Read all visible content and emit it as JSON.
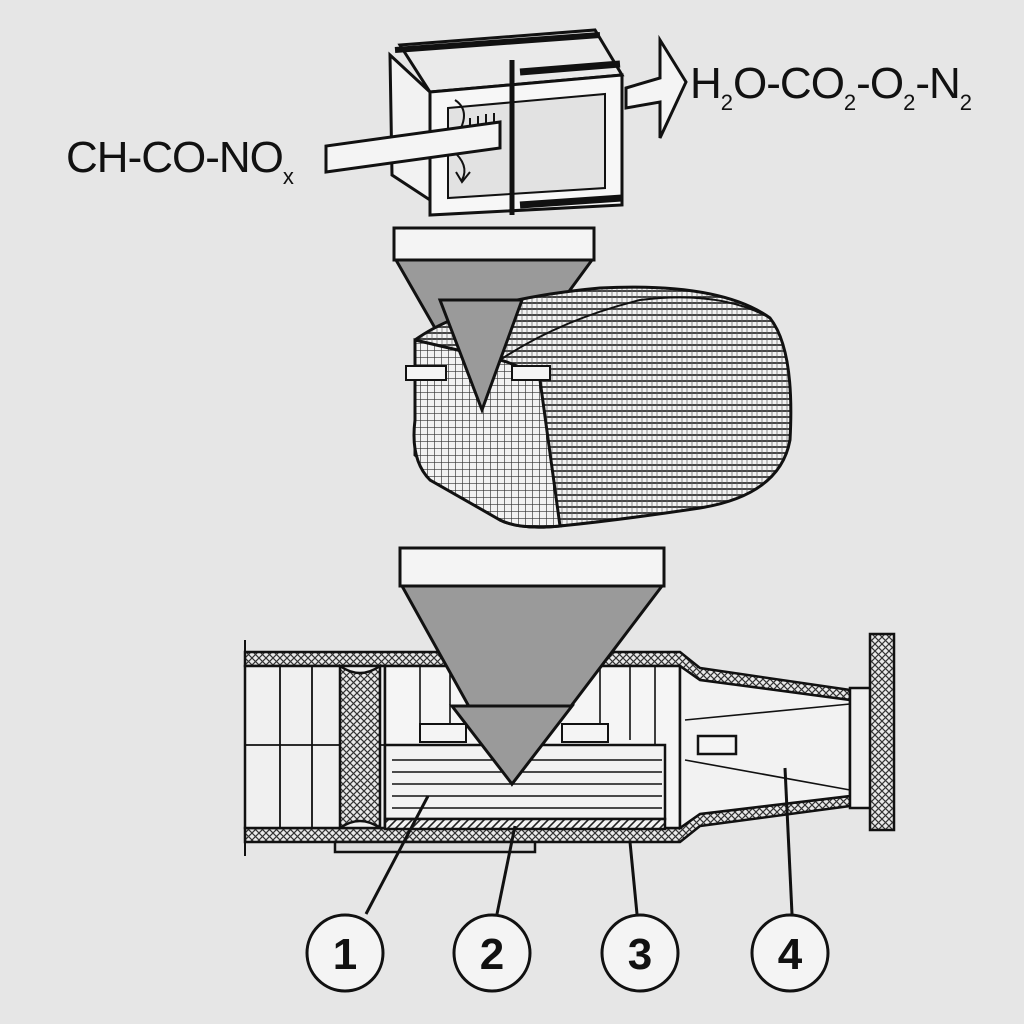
{
  "input_gas": {
    "formula": [
      "CH",
      "-",
      "CO",
      "-",
      "NO"
    ],
    "sub": "x"
  },
  "output_gas": {
    "parts": [
      {
        "base": "H",
        "sub": "2",
        "rest": "O"
      },
      {
        "base": "-CO",
        "sub": "2",
        "rest": ""
      },
      {
        "base": "-O",
        "sub": "2",
        "rest": ""
      },
      {
        "base": "-N",
        "sub": "2",
        "rest": ""
      }
    ]
  },
  "callouts": {
    "c1": "1",
    "c2": "2",
    "c3": "3",
    "c4": "4"
  },
  "colors": {
    "background": "#e6e6e6",
    "line": "#111111",
    "arrow_fill": "#9a9a9a",
    "arrow_cap": "#f2f2f2"
  }
}
